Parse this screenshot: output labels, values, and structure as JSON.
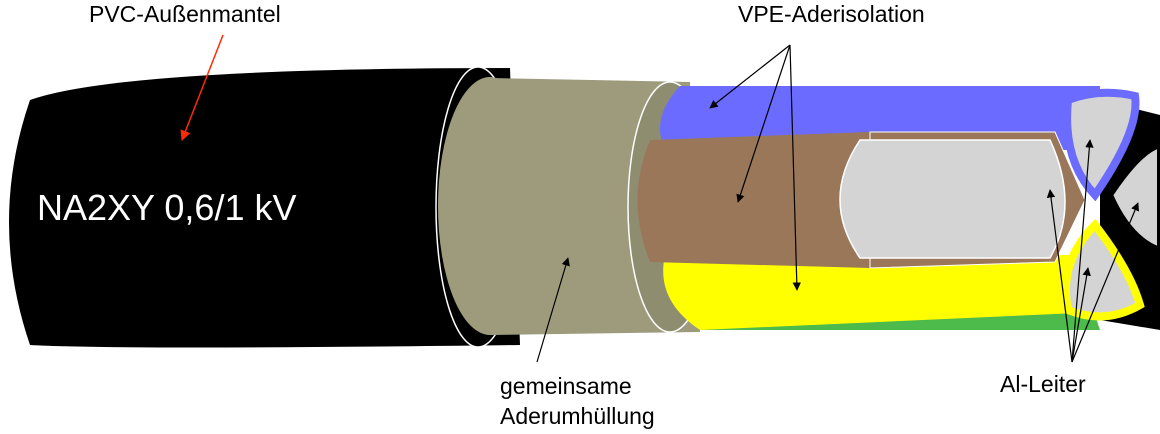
{
  "labels": {
    "outer_sheath": "PVC-Außenmantel",
    "cable_type": "NA2XY 0,6/1 kV",
    "core_insulation": "VPE-Aderisolation",
    "inner_covering_line1": "gemeinsame",
    "inner_covering_line2": "Aderumhüllung",
    "conductors": "Al-Leiter"
  },
  "colors": {
    "sheath": "#000000",
    "inner_covering": "#9d9b7c",
    "core_blue": "#6b6bff",
    "core_brown": "#9b775a",
    "core_yellow": "#ffff00",
    "core_green": "#4cbb4c",
    "conductor": "#d4d4d4",
    "pointer_red": "#ff2a00",
    "pointer_black": "#000000"
  }
}
